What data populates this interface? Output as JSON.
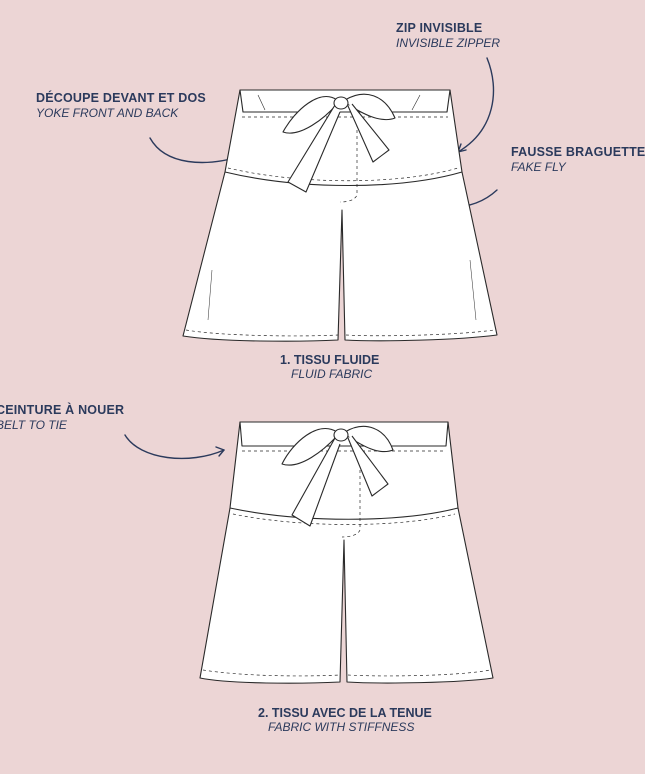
{
  "annotations": {
    "zip": {
      "fr": "ZIP INVISIBLE",
      "en": "INVISIBLE ZIPPER"
    },
    "yoke": {
      "fr": "DÉCOUPE DEVANT ET DOS",
      "en": "YOKE FRONT AND BACK"
    },
    "fly": {
      "fr": "FAUSSE BRAGUETTE",
      "en": "FAKE FLY"
    },
    "belt": {
      "fr": "CEINTURE À NOUER",
      "en": "BELT TO TIE"
    }
  },
  "captions": {
    "fluid": {
      "fr": "1. TISSU FLUIDE",
      "en": "FLUID FABRIC"
    },
    "stiff": {
      "fr": "2. TISSU AVEC DE LA TENUE",
      "en": "FABRIC WITH STIFFNESS"
    }
  },
  "colors": {
    "background": "#ecd5d5",
    "text": "#2b3a5c",
    "garment": "#ffffff",
    "outline": "#2a2a2a"
  }
}
